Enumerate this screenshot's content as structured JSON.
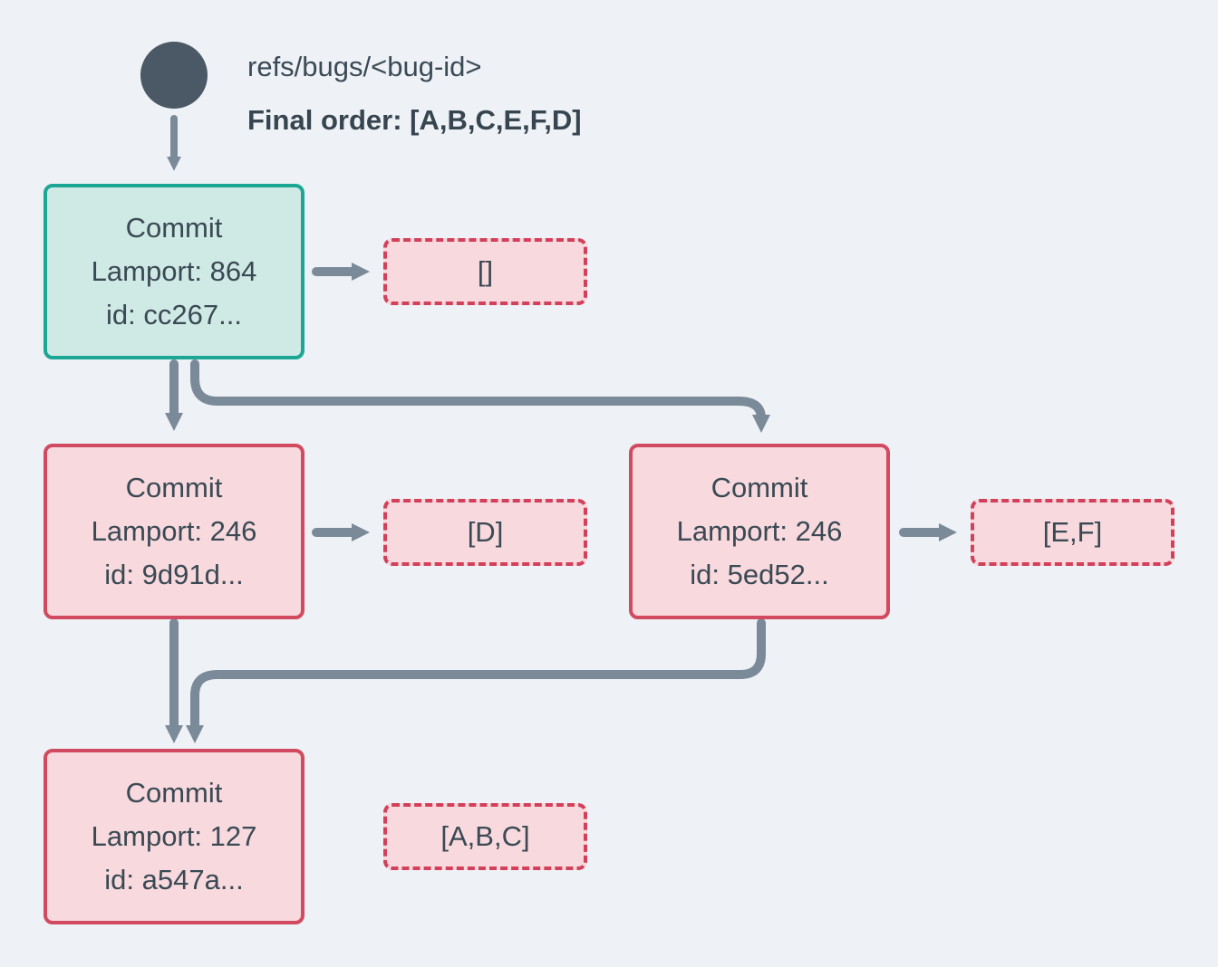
{
  "header": {
    "ref_label": "refs/bugs/<bug-id>",
    "final_order": "Final order: [A,B,C,E,F,D]"
  },
  "commits": [
    {
      "title": "Commit",
      "lamport": "Lamport: 864",
      "id": "id: cc267...",
      "operations": "[]",
      "state": "head"
    },
    {
      "title": "Commit",
      "lamport": "Lamport: 246",
      "id": "id: 9d91d...",
      "operations": "[D]",
      "state": "normal"
    },
    {
      "title": "Commit",
      "lamport": "Lamport: 246",
      "id": "id: 5ed52...",
      "operations": "[E,F]",
      "state": "normal"
    },
    {
      "title": "Commit",
      "lamport": "Lamport: 127",
      "id": "id: a547a...",
      "operations": "[A,B,C]",
      "state": "normal"
    }
  ],
  "colors": {
    "background": "#eef1f5",
    "ref_node": "#4a5965",
    "arrow": "#7b8a99",
    "head_border": "#1ca795",
    "head_fill": "#cfe9e5",
    "commit_border": "#d14a5f",
    "commit_fill": "#f7d9de",
    "ops_border": "#d2405a",
    "ops_fill": "#f8d9de",
    "text": "#3a4953"
  }
}
